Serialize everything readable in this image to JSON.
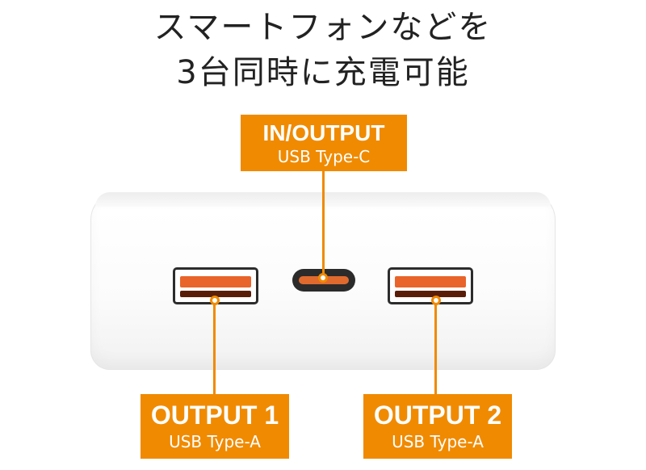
{
  "headline": {
    "line1": "スマートフォンなどを",
    "line2": "3台同時に充電可能"
  },
  "ports": {
    "input": {
      "title": "IN/OUTPUT",
      "subtitle": "USB Type-C"
    },
    "output1": {
      "title": "OUTPUT 1",
      "subtitle": "USB Type-A"
    },
    "output2": {
      "title": "OUTPUT 2",
      "subtitle": "USB Type-A"
    }
  },
  "colors": {
    "accent": "#f08a00",
    "port_orange": "#e9642a",
    "text": "#222222",
    "device": "#ffffff"
  }
}
